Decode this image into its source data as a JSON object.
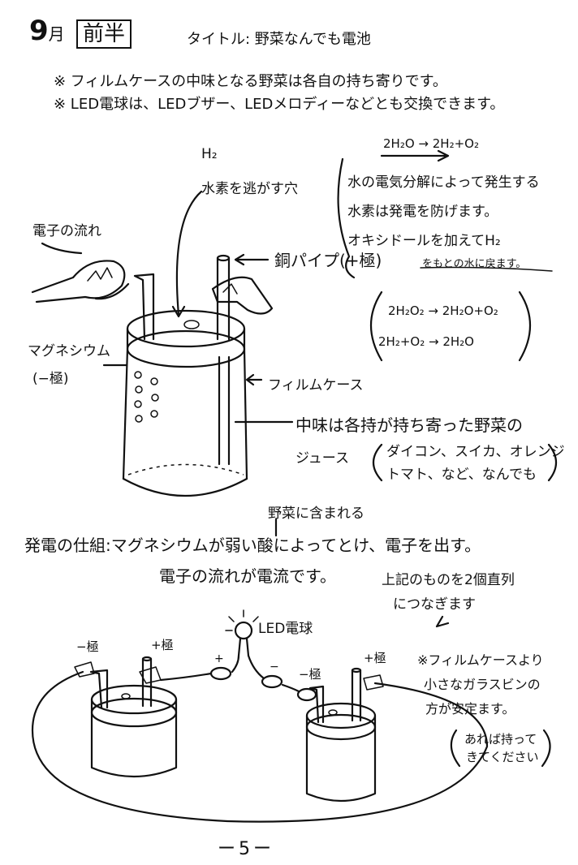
{
  "header": {
    "month": "9",
    "month_unit": "月",
    "half": "前半",
    "title": "タイトル: 野菜なんでも電池"
  },
  "notes": [
    "※ フィルムケースの中味となる野菜は各自の持ち寄りです。",
    "※ LED電球は、LEDブザー、LEDメロディーなどとも交換できます。"
  ],
  "diagram": {
    "h2": "H₂",
    "hole_label": "水素を逃がす穴",
    "equation1": "2H₂O → 2H₂+O₂",
    "hydrogen_note": [
      "水の電気分解によって発生する",
      "水素は発電を防げます。",
      "オキシドールを加えてH₂"
    ],
    "water_note": "をもとの水に戻ます。",
    "electron_flow": "電子の流れ",
    "copper_pipe": "銅パイプ(+極)",
    "equation2": "2H₂O₂ → 2H₂O+O₂",
    "equation3": "2H₂+O₂ → 2H₂O",
    "magnesium": "マグネシウム",
    "minus_pole": "(−極)",
    "film_case": "フィルムケース",
    "contents_line1": "中味は各持が持ち寄った野菜の",
    "contents_line2": "ジュース",
    "contents_list1": "ダイコン、スイカ、オレンジ",
    "contents_list2": "トマト、など、なんでも"
  },
  "mechanism": {
    "included": "野菜に含まれる",
    "line1": "発電の仕組:マグネシウムが弱い酸によってとけ、電子を出す。",
    "line2": "電子の流れが電流です。",
    "series_line1": "上記のものを2個直列",
    "series_line2": "につなぎます"
  },
  "circuit": {
    "led_label": "LED電球",
    "minus1": "−極",
    "plus1": "+極",
    "plus_sign": "+",
    "minus_sign": "−",
    "minus2": "−極",
    "plus2": "+極",
    "bottle_note": [
      "※フィルムケースより",
      "小さなガラスビンの",
      "方が安定ます。"
    ],
    "bring_note": [
      "あれば持って",
      "きてください"
    ]
  },
  "footer": {
    "page": "ー5ー"
  }
}
